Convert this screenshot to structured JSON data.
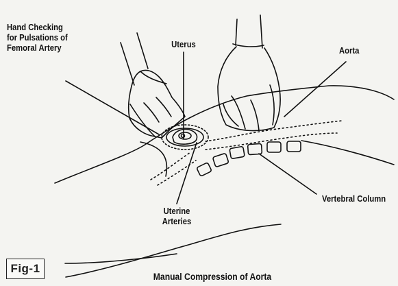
{
  "figure": {
    "label": "Fig-1",
    "caption": "Manual Compression of Aorta"
  },
  "labels": {
    "hand_checking": "Hand Checking\nfor Pulsations of\nFemoral Artery",
    "uterus": "Uterus",
    "aorta": "Aorta",
    "uterine_arteries": "Uterine\nArteries",
    "vertebral_column": "Vertebral Column"
  },
  "colors": {
    "ink": "#111111",
    "paper": "#f4f4f1"
  }
}
